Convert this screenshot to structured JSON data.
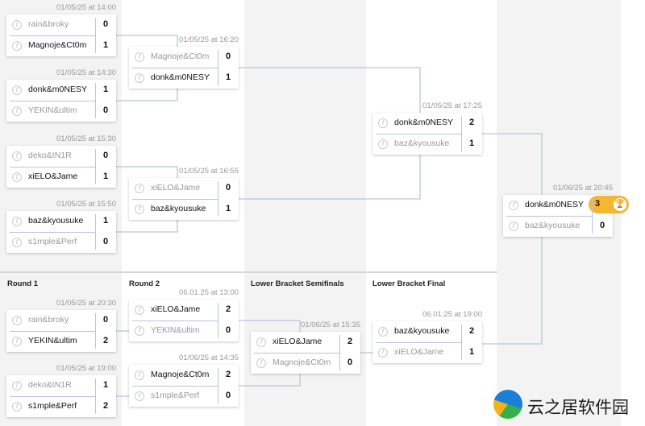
{
  "colors": {
    "accent": "#f5b731",
    "line": "#b9c3e3",
    "winner": "#111111",
    "loser": "#999999"
  },
  "lower_headers": [
    "Round 1",
    "Round 2",
    "Lower Bracket Semifinals",
    "Lower Bracket Final"
  ],
  "matches": [
    {
      "id": "ub-r1-m1",
      "time": "01/05/25 at 14:00",
      "players": [
        {
          "name": "rain&broky",
          "score": "0",
          "win": false
        },
        {
          "name": "Magnoje&Ct0m",
          "score": "1",
          "win": true
        }
      ]
    },
    {
      "id": "ub-r1-m2",
      "time": "01/05/25 at 14:30",
      "players": [
        {
          "name": "donk&m0NESY",
          "score": "1",
          "win": true
        },
        {
          "name": "YEKIN&ultim",
          "score": "0",
          "win": false
        }
      ]
    },
    {
      "id": "ub-r1-m3",
      "time": "01/05/25 at 15:30",
      "players": [
        {
          "name": "deko&tN1R",
          "score": "0",
          "win": false
        },
        {
          "name": "xiELO&Jame",
          "score": "1",
          "win": true
        }
      ]
    },
    {
      "id": "ub-r1-m4",
      "time": "01/05/25 at 15:50",
      "players": [
        {
          "name": "baz&kyousuke",
          "score": "1",
          "win": true
        },
        {
          "name": "s1mple&Perf",
          "score": "0",
          "win": false
        }
      ]
    },
    {
      "id": "ub-r2-m1",
      "time": "01/05/25 at 16:20",
      "players": [
        {
          "name": "Magnoje&Ct0m",
          "score": "0",
          "win": false
        },
        {
          "name": "donk&m0NESY",
          "score": "1",
          "win": true
        }
      ]
    },
    {
      "id": "ub-r2-m2",
      "time": "01/05/25 at 16:55",
      "players": [
        {
          "name": "xiELO&Jame",
          "score": "0",
          "win": false
        },
        {
          "name": "baz&kyousuke",
          "score": "1",
          "win": true
        }
      ]
    },
    {
      "id": "ub-final",
      "time": "01/05/25 at 17:25",
      "players": [
        {
          "name": "donk&m0NESY",
          "score": "2",
          "win": true
        },
        {
          "name": "baz&kyousuke",
          "score": "1",
          "win": false
        }
      ]
    },
    {
      "id": "grand-final",
      "time": "01/06/25 at 20:45",
      "champion": true,
      "trophy_icon": "trophy-icon",
      "players": [
        {
          "name": "donk&m0NESY",
          "score": "3",
          "win": true
        },
        {
          "name": "baz&kyousuke",
          "score": "0",
          "win": false
        }
      ]
    },
    {
      "id": "lb-r1-m1",
      "time": "01/05/25 at 20:30",
      "players": [
        {
          "name": "rain&broky",
          "score": "0",
          "win": false
        },
        {
          "name": "YEKIN&ultim",
          "score": "2",
          "win": true
        }
      ]
    },
    {
      "id": "lb-r1-m2",
      "time": "01/05/25 at 19:00",
      "players": [
        {
          "name": "deko&tN1R",
          "score": "1",
          "win": false
        },
        {
          "name": "s1mple&Perf",
          "score": "2",
          "win": true
        }
      ]
    },
    {
      "id": "lb-r2-m1",
      "time": "06.01.25 at 13:00",
      "players": [
        {
          "name": "xiELO&Jame",
          "score": "2",
          "win": true
        },
        {
          "name": "YEKIN&ultim",
          "score": "0",
          "win": false
        }
      ]
    },
    {
      "id": "lb-r2-m2",
      "time": "01/06/25 at 14:35",
      "players": [
        {
          "name": "Magnoje&Ct0m",
          "score": "2",
          "win": true
        },
        {
          "name": "s1mple&Perf",
          "score": "0",
          "win": false
        }
      ]
    },
    {
      "id": "lb-semifinal",
      "time": "01/06/25 at 15:35",
      "players": [
        {
          "name": "xiELO&Jame",
          "score": "2",
          "win": true
        },
        {
          "name": "Magnoje&Ct0m",
          "score": "0",
          "win": false
        }
      ]
    },
    {
      "id": "lb-final",
      "time": "06.01.25 at 19:00",
      "players": [
        {
          "name": "baz&kyousuke",
          "score": "2",
          "win": true
        },
        {
          "name": "xiELO&Jame",
          "score": "1",
          "win": false
        }
      ]
    }
  ],
  "watermark": {
    "text": "云之居软件园"
  }
}
